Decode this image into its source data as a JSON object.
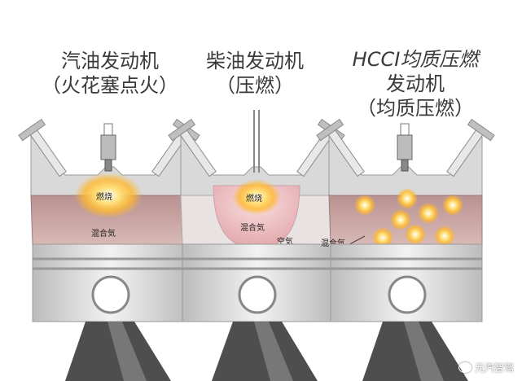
{
  "panels": [
    {
      "title_line1": "汽油发动机",
      "title_line2": "（火花塞点火）",
      "title_line3": "",
      "labels": {
        "combustion": "燃烧",
        "mixture": "混合気",
        "air": ""
      }
    },
    {
      "title_line1": "柴油发动机",
      "title_line2": "（压燃）",
      "title_line3": "",
      "labels": {
        "combustion": "燃烧",
        "mixture": "混合気",
        "air": "空気"
      }
    },
    {
      "title_line1": "HCCI均质压燃",
      "title_line2": "发动机",
      "title_line3": "（均质压燃）",
      "labels": {
        "combustion": "",
        "mixture": "混合気",
        "air": ""
      }
    }
  ],
  "watermark": {
    "icon": "wechat-icon",
    "text": "元汽智驾"
  },
  "colors": {
    "chamber": "#c9a3a0",
    "flame": "#ffb830",
    "metal": "#d6d6d6",
    "rod": "#555555"
  }
}
